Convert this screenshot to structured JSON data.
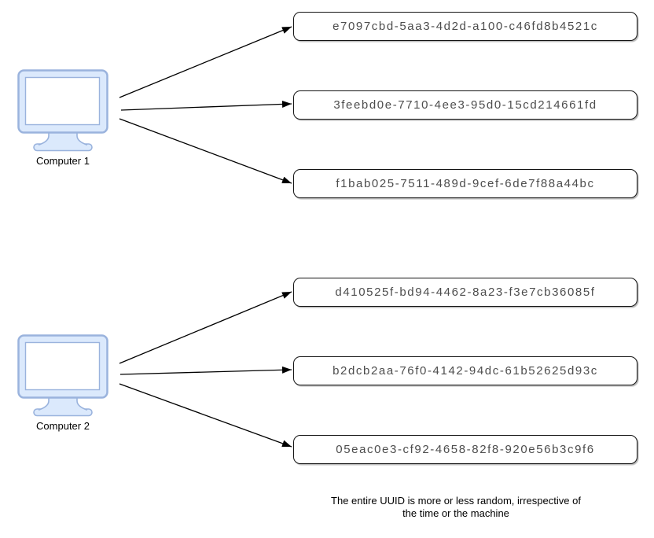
{
  "computers": [
    {
      "label": "Computer 1",
      "uuids": [
        "e7097cbd-5aa3-4d2d-a100-c46fd8b4521c",
        "3feebd0e-7710-4ee3-95d0-15cd214661fd",
        "f1bab025-7511-489d-9cef-6de7f88a44bc"
      ]
    },
    {
      "label": "Computer 2",
      "uuids": [
        "d410525f-bd94-4462-8a23-f3e7cb36085f",
        "b2dcb2aa-76f0-4142-94dc-61b52625d93c",
        "05eac0e3-cf92-4658-82f8-920e56b3c9f6"
      ]
    }
  ],
  "caption": {
    "line1": "The entire UUID is more or less random, irrespective of",
    "line2": "the time or the machine"
  },
  "icons": {
    "computer": "computer-monitor-icon"
  },
  "colors": {
    "background": "#ffffff",
    "monitor_fill": "#dbe9fc",
    "monitor_stroke": "#9ab3dd",
    "screen_fill": "#ffffff",
    "box_border": "#141414",
    "uuid_text": "#4d4d4d",
    "label_text": "#000000",
    "arrow": "#000000"
  }
}
